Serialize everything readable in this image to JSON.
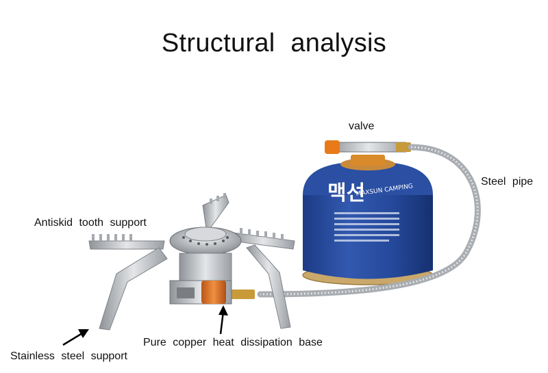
{
  "title": "Structural  analysis",
  "labels": {
    "valve": "valve",
    "steel_pipe": "Steel  pipe",
    "antiskid": "Antiskid  tooth  support",
    "copper_base": "Pure  copper  heat  dissipation  base",
    "stainless": "Stainless  steel  support"
  },
  "canister": {
    "brand_text": "맥선",
    "sub_text": "MAXSUN CAMPING"
  },
  "colors": {
    "canister_blue": "#24489a",
    "valve_orange": "#e87a1a",
    "copper": "#d86a1c",
    "steel": "#b8bcc0"
  }
}
